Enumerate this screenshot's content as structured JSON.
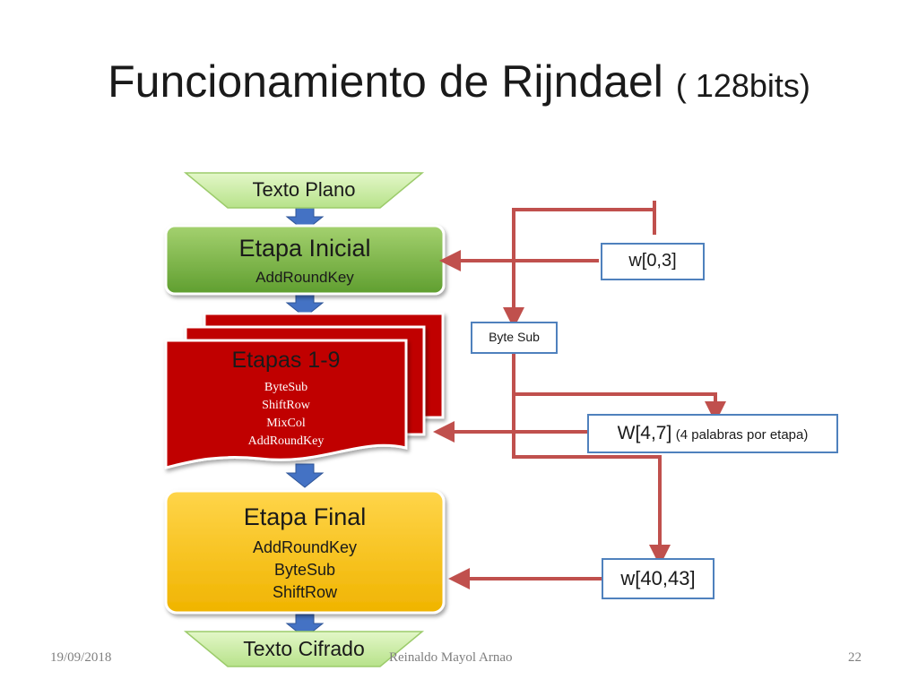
{
  "slide": {
    "title": "Funcionamiento de Rijndael",
    "title_suffix": "( 128bits)"
  },
  "flow": {
    "input": "Texto Plano",
    "initial": {
      "title": "Etapa Inicial",
      "steps": [
        "AddRoundKey"
      ]
    },
    "rounds": {
      "title": "Etapas 1-9",
      "steps": [
        "ByteSub",
        "ShiftRow",
        "MixCol",
        "AddRoundKey"
      ]
    },
    "final": {
      "title": "Etapa Final",
      "steps": [
        "AddRoundKey",
        "ByteSub",
        "ShiftRow"
      ]
    },
    "output": "Texto Cifrado"
  },
  "keys": {
    "k0": "w[0,3]",
    "byte_sub": "Byte Sub",
    "k1": "W[4,7]",
    "k1_note": "(4 palabras por etapa)",
    "k2": "w[40,43]"
  },
  "footer": {
    "date": "19/09/2018",
    "author": "Reinaldo Mayol Arnao",
    "page": "22"
  },
  "colors": {
    "green_box": "#77b843",
    "red_box": "#c00000",
    "yellow_box": "#ffc000",
    "arrow_blue": "#4472c4",
    "arrow_red": "#c0504d",
    "key_border": "#4f81bd",
    "pentagon_fill": "#cdeea5"
  }
}
